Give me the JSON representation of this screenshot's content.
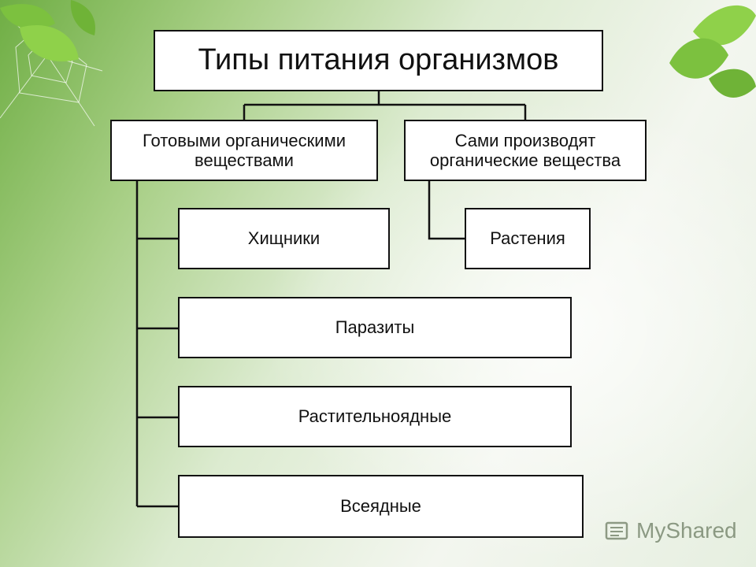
{
  "diagram": {
    "title": "Типы питания организмов",
    "branches": [
      {
        "label": "Готовыми органическими веществами",
        "children": [
          "Хищники",
          "Паразиты",
          "Растительноядные",
          "Всеядные"
        ]
      },
      {
        "label": "Сами производят органические вещества",
        "children": [
          "Растения"
        ]
      }
    ]
  },
  "watermark": {
    "text": "MyShared"
  },
  "colors": {
    "box_border": "#111111",
    "box_fill": "#ffffff",
    "connector": "#111111",
    "leaf_green": "#7cc13f"
  },
  "icons": {
    "watermark": "myshared-logo-icon"
  }
}
